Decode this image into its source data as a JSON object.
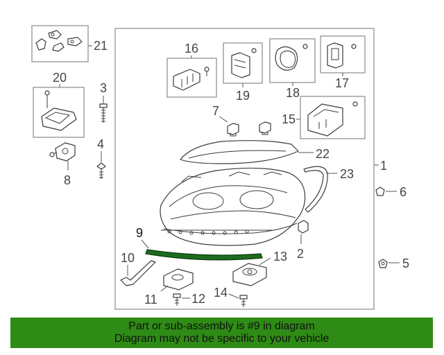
{
  "diagram": {
    "callouts": {
      "c1": "1",
      "c2": "2",
      "c3": "3",
      "c4": "4",
      "c5": "5",
      "c6": "6",
      "c7": "7",
      "c8": "8",
      "c9": "9",
      "c10": "10",
      "c11": "11",
      "c12": "12",
      "c13": "13",
      "c14": "14",
      "c15": "15",
      "c16": "16",
      "c17": "17",
      "c18": "18",
      "c19": "19",
      "c20": "20",
      "c21": "21",
      "c22": "22",
      "c23": "23"
    },
    "highlight_color": "#1e6b1e"
  },
  "banner": {
    "line1": "Part or sub-assembly is #9 in diagram",
    "line2": "Diagram may not be specific to your vehicle",
    "background": "#2e8b15"
  }
}
